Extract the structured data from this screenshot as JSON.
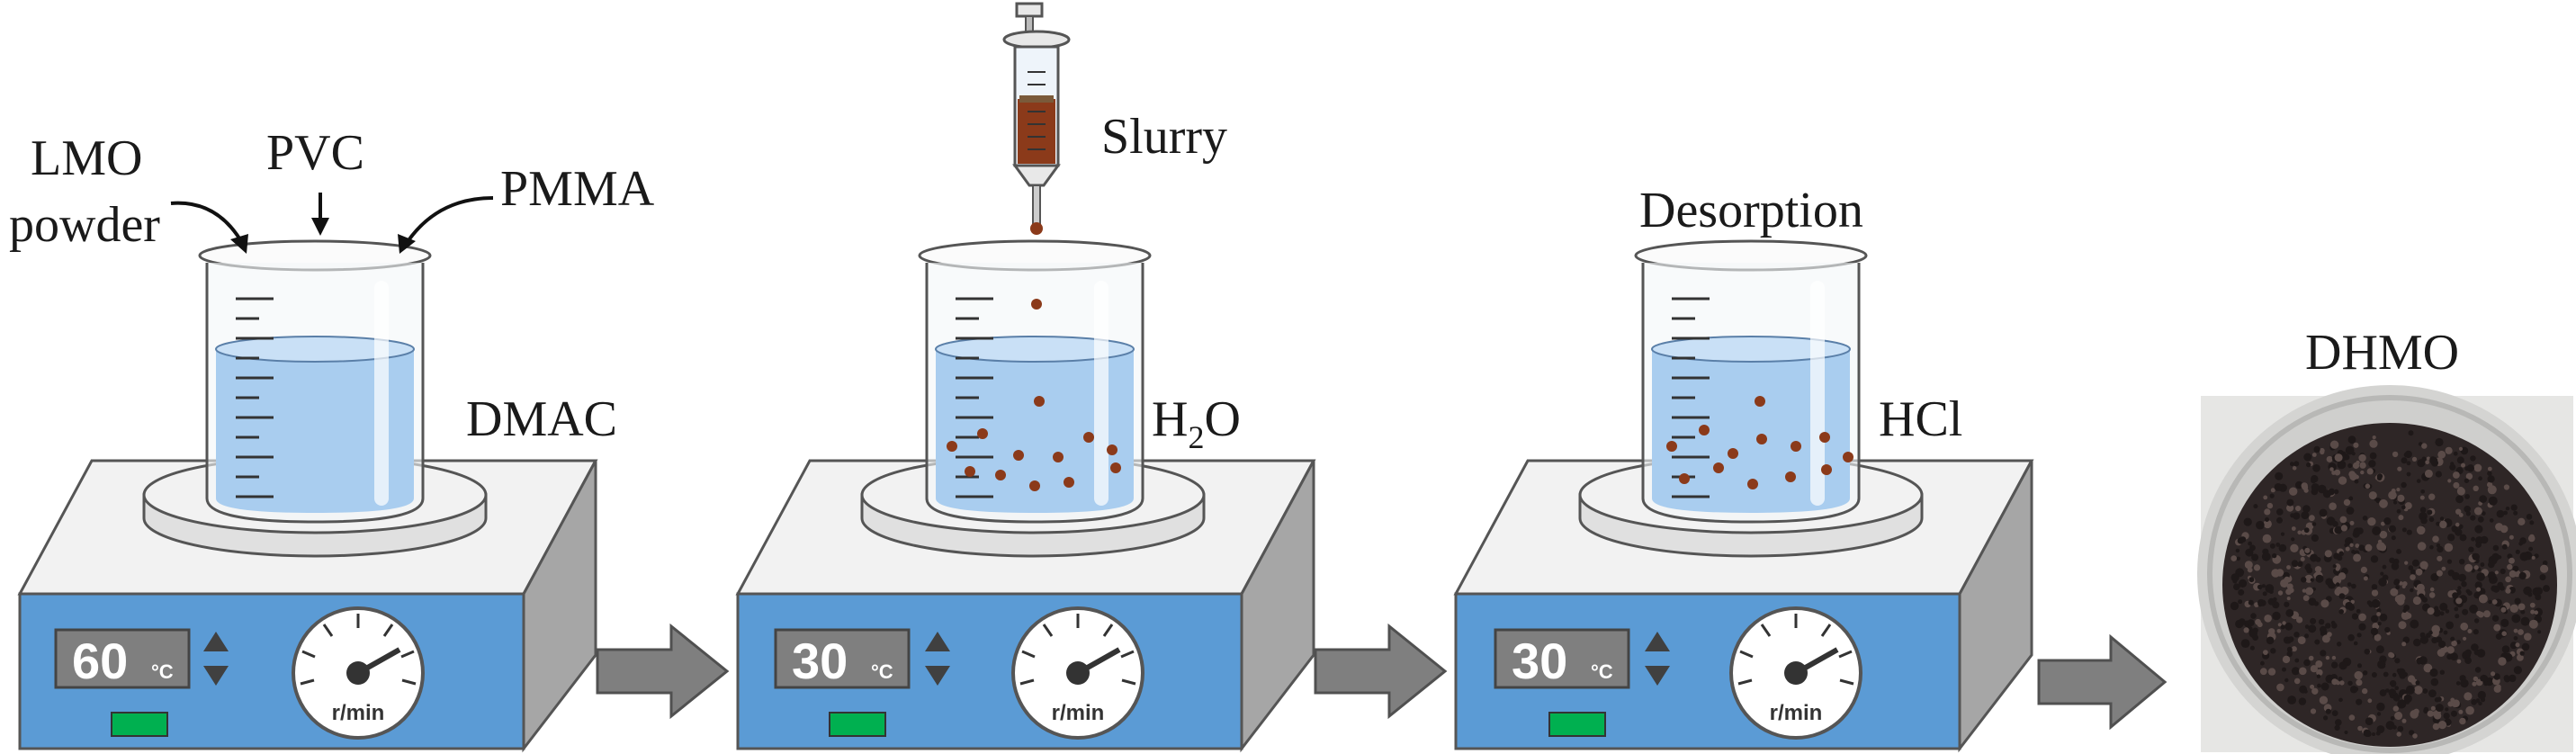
{
  "labels": {
    "lmo_line1": "LMO",
    "lmo_line2": "powder",
    "pvc": "PVC",
    "pmma": "PMMA",
    "dmac": "DMAC",
    "slurry": "Slurry",
    "h2o_h": "H",
    "h2o_sub": "2",
    "h2o_o": "O",
    "desorption": "Desorption",
    "hcl": "HCl",
    "dhmo": "DHMO"
  },
  "stirrers": [
    {
      "temperature": "60",
      "unit": "°C",
      "speed_label": "r/min"
    },
    {
      "temperature": "30",
      "unit": "°C",
      "speed_label": "r/min"
    },
    {
      "temperature": "30",
      "unit": "°C",
      "speed_label": "r/min"
    }
  ],
  "colors": {
    "stirrer_front": "#5b9bd5",
    "stirrer_top": "#f2f2f2",
    "stirrer_side": "#a6a6a6",
    "display": "#7f7f7f",
    "indicator_green": "#00b050",
    "liquid": "#a9cdef",
    "particle": "#8b3a1a",
    "arrow": "#7f7f7f"
  }
}
